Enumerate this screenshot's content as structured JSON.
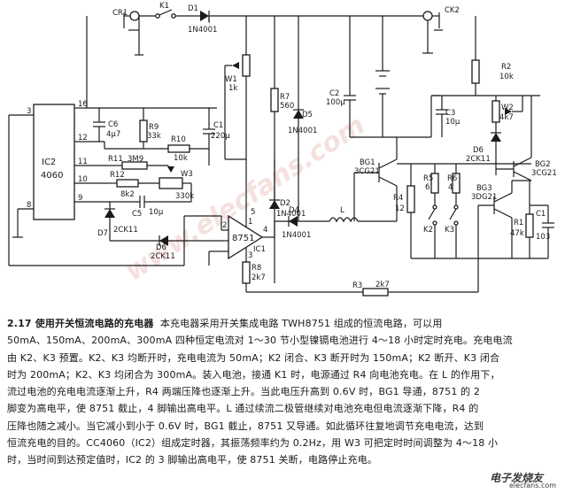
{
  "schematic": {
    "labels": {
      "cr1": "CR1",
      "k1": "K1",
      "d1": "D1",
      "d1_part": "1N4001",
      "ck2": "CK2",
      "w1": "W1",
      "w1_val": "1k",
      "r2": "R2",
      "r2_val": "10k",
      "r7": "R7",
      "r7_val": "560",
      "c2": "C2",
      "c2_val": "100μ",
      "d5": "D5",
      "d5_part": "1N4001",
      "c3": "C3",
      "c3_val": "10μ",
      "w2": "W2",
      "w2_val": "4k7",
      "d6_right": "D6",
      "d6_right_part": "2CK11",
      "ic2_line1": "IC2",
      "ic2_line2": "4060",
      "pin3": "3",
      "pin16": "16",
      "pin12": "12",
      "pin11": "11",
      "pin10": "10",
      "pin9": "9",
      "pin8": "8",
      "c6": "C6",
      "c6_val": "4μ7",
      "r9": "R9",
      "r9_val": "33k",
      "c1": "C1",
      "c1_val": "220μ",
      "r10": "R10",
      "r10_val": "10k",
      "r11": "R11",
      "r11_val": "3M9",
      "r12": "R12",
      "r12_val": "8k2",
      "w3": "W3",
      "w3_val": "330k",
      "c5": "C5",
      "c5_val": "10μ",
      "d7": "D7",
      "d7_part": "2CK11",
      "d6_left": "D6",
      "d6_left_part": "2CK11",
      "d2": "D2",
      "d2_part": "1N4001",
      "d4": "D4",
      "d4_part": "1N4001",
      "l": "L",
      "ic1_part": "8751",
      "ic1": "IC1",
      "r8": "R8",
      "r8_val": "2k7",
      "bg1": "BG1",
      "bg1_part": "3CG21",
      "r4": "R4",
      "r4_val": "12",
      "r5": "R5",
      "r5_val": "6",
      "r6": "R6",
      "r6_val": "4",
      "k2": "K2",
      "k3": "K3",
      "bg2": "BG2",
      "bg2_part": "3CG21",
      "bg3": "BG3",
      "bg3_part": "3DG21",
      "r1": "R1",
      "r1_val": "47k",
      "c1r": "C1",
      "c1r_val": "103",
      "r3": "R3",
      "r3_val": "2k7",
      "pin_ic1_1": "1",
      "pin_ic1_2": "2",
      "pin_ic1_3": "3",
      "pin_ic1_4": "4",
      "pin_ic1_5": "5"
    },
    "watermark": "www.elecfans.com"
  },
  "caption": {
    "heading": "2.17    使用开关恒流电路的充电器",
    "lines": [
      "本充电器采用开关集成电路 TWH8751 组成的恒流电路，可以用",
      "50mA、150mA、200mA、300mA 四种恒定电流对 1～30 节小型镍镉电池进行 4～18 小时定时充电。充电电流",
      "由 K2、K3 预置。K2、K3 均断开时，充电电流为 50mA；K2 闭合、K3 断开时为 150mA；K2 断开、K3 闭合",
      "时为 200mA；K2、K3 均闭合为 300mA。装入电池，接通 K1 时，电源通过 R4 向电池充电。在 L 的作用下，",
      "流过电池的充电电流逐渐上升，R4 两端压降也逐渐上升。当此电压升高到 0.6V 时，BG1 导通，8751 的 2",
      "脚变为高电平，使 8751 截止，4 脚输出高电平。L 通过续流二极管继续对电池充电但电流逐渐下降，R4 的",
      "压降也随之减小。当它减小到小于 0.6V 时，BG1 截止，8751 又导通。如此循环往复地调节充电电流，达到",
      "恒流充电的目的。CC4060（IC2）组成定时器，其振荡频率约为 0.2Hz，用 W3 可把定时时间调整为 4～18 小",
      "时，当时间到达预定值时，IC2 的 3 脚输出高电平，使 8751 关断，电路停止充电。"
    ]
  },
  "logo": {
    "text1": "电子发烧友",
    "text2": "elecfans.com"
  }
}
